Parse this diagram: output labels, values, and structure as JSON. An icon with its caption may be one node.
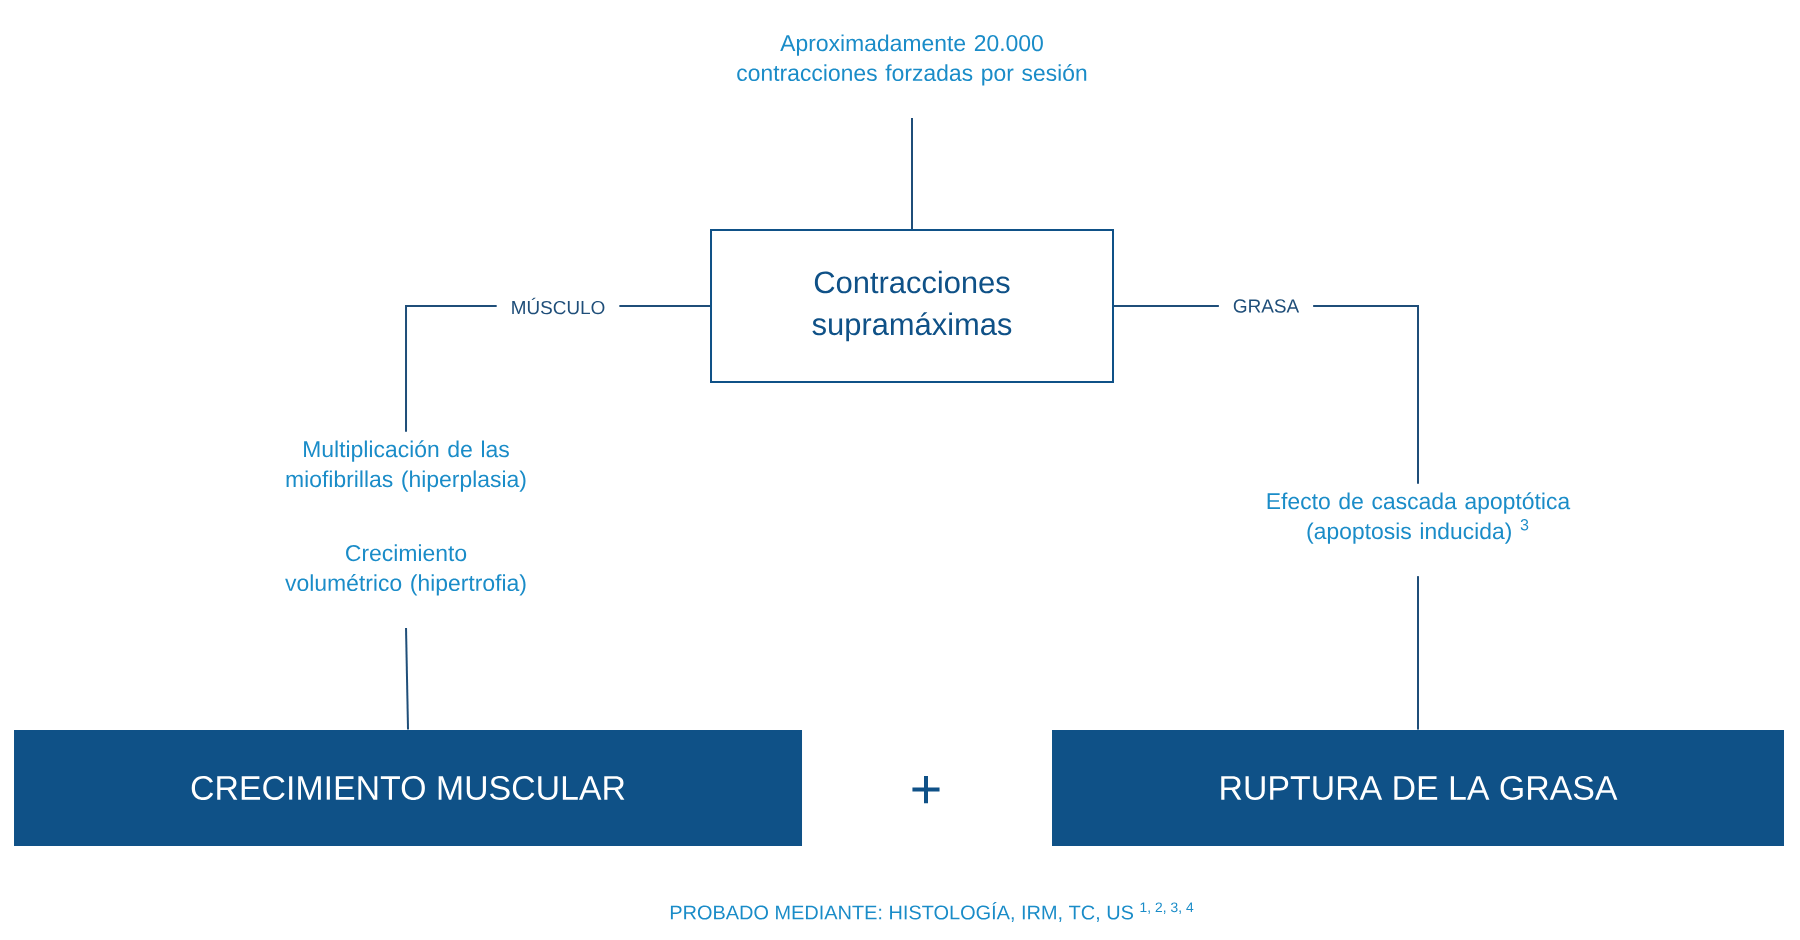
{
  "diagram": {
    "nodes": [
      {
        "text": [
          "Aproximadamente 20.000 contracciones forzadas por sesión"
        ]
      },
      {
        "text": [
          "Contracciones supramáximas"
        ]
      },
      {
        "text": [
          "Multiplicación de las miofibrillas (hiperplasia)"
        ]
      },
      {
        "text": [
          "Crecimiento volumétrico (hipertrofia)"
        ]
      },
      {
        "text": [
          "Efecto de cascada apoptótica (apoptosis inducida) $^{3}$"
        ]
      },
      {
        "text": [
          "CRECIMIENTO MUSCULAR"
        ]
      },
      {
        "text": [
          "RUPTURA DE LA GRASA"
        ]
      }
    ],
    "edges": [
      {
        "from": 0,
        "to": 1,
        "arrow": "none"
      },
      {
        "from": 1,
        "to": 2,
        "arrow": "none",
        "label": "MÚSCULO"
      },
      {
        "from": 1,
        "to": 4,
        "arrow": "none",
        "label": "GRASA"
      },
      {
        "from": 3,
        "to": 5,
        "arrow": "none"
      },
      {
        "from": 4,
        "to": 6,
        "arrow": "none"
      }
    ],
    "labels": [
      "+",
      "PROBADO MEDIANTE: HISTOLOGÍA, IRM, TC, US $^{1, 2, 3, 4}$"
    ]
  }
}
